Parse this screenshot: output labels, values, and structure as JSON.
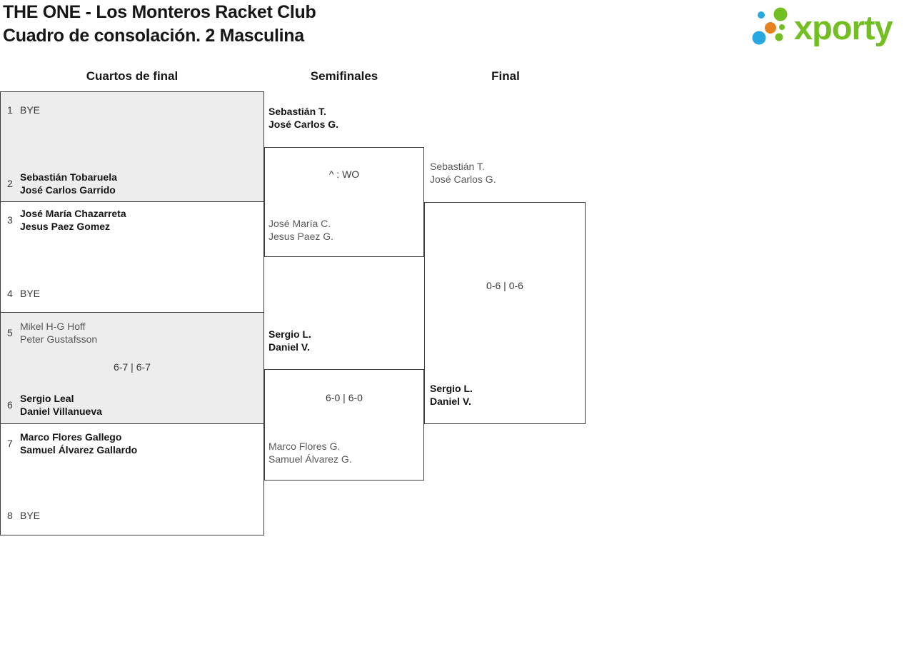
{
  "header": {
    "title_line1": "THE ONE - Los Monteros Racket Club",
    "title_line2": "Cuadro de consolación. 2 Masculina"
  },
  "logo": {
    "brand": "xporty",
    "green": "#72bf23",
    "blue": "#27a9e0",
    "orange": "#e8821e"
  },
  "round_headers": {
    "quarterfinals": "Cuartos de final",
    "semifinals": "Semifinales",
    "final": "Final"
  },
  "quarterfinals": [
    {
      "top_seed": "1",
      "top_name1": "BYE",
      "bottom_seed": "2",
      "bottom_name1": "Sebastián Tobaruela",
      "bottom_name2": "José Carlos Garrido",
      "score": ""
    },
    {
      "top_seed": "3",
      "top_name1": "José María Chazarreta",
      "top_name2": "Jesus Paez Gomez",
      "bottom_seed": "4",
      "bottom_name1": "BYE",
      "score": ""
    },
    {
      "top_seed": "5",
      "top_name1": "Mikel H-G Hoff",
      "top_name2": "Peter Gustafsson",
      "bottom_seed": "6",
      "bottom_name1": "Sergio Leal",
      "bottom_name2": "Daniel Villanueva",
      "score": "6-7 | 6-7"
    },
    {
      "top_seed": "7",
      "top_name1": "Marco Flores Gallego",
      "top_name2": "Samuel Álvarez Gallardo",
      "bottom_seed": "8",
      "bottom_name1": "BYE",
      "score": ""
    }
  ],
  "semifinals": [
    {
      "advancing_name1": "Sebastián T.",
      "advancing_name2": "José Carlos G.",
      "score": "^ : WO",
      "bottom_name1": "José María C.",
      "bottom_name2": "Jesus Paez G."
    },
    {
      "advancing_name1": "Sergio L.",
      "advancing_name2": "Daniel V.",
      "score": "6-0 | 6-0",
      "bottom_name1": "Marco Flores G.",
      "bottom_name2": "Samuel Álvarez G."
    }
  ],
  "final": {
    "top_name1": "Sebastián T.",
    "top_name2": "José Carlos G.",
    "score": "0-6 | 0-6",
    "winner_name1": "Sergio L.",
    "winner_name2": "Daniel V."
  }
}
